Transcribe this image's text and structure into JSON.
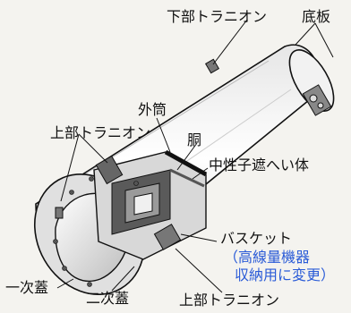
{
  "labels": {
    "lower_trunnion_top": "下部トラニオン",
    "bottom_plate": "底板",
    "outer_shell": "外筒",
    "upper_trunnion_left": "上部トラニオン",
    "body": "胴",
    "neutron_shield": "中性子遮へい体",
    "basket": "バスケット",
    "basket_note_line1": "（高線量機器",
    "basket_note_line2": "収納用に変更）",
    "primary_lid": "一次蓋",
    "secondary_lid": "二次蓋",
    "upper_trunnion_bottom": "上部トラニオン"
  },
  "colors": {
    "ink": "#111111",
    "note": "#2a5bd7",
    "background": "#f4f3ef"
  }
}
